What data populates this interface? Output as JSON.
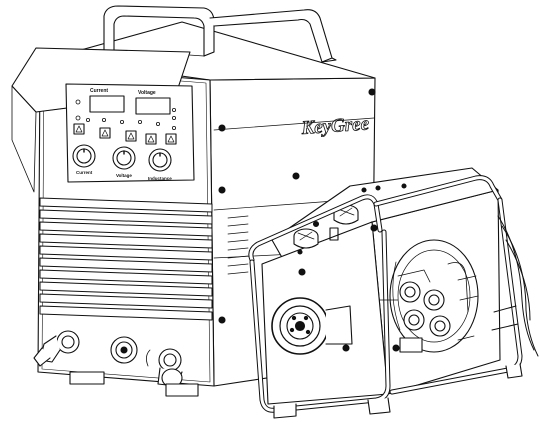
{
  "colors": {
    "line": "#111111",
    "background": "#ffffff",
    "display": "#ffffff"
  },
  "front_panel": {
    "display_left_label": "Current",
    "display_right_label": "Voltage",
    "knob_labels": [
      "Current",
      "Voltage",
      "Inductance"
    ]
  },
  "brand": {
    "logo_text": "KeyGree"
  },
  "icons": [
    "handle-icon",
    "knob-icon",
    "connector-icon",
    "wire-spool-icon",
    "drive-roller-icon"
  ]
}
